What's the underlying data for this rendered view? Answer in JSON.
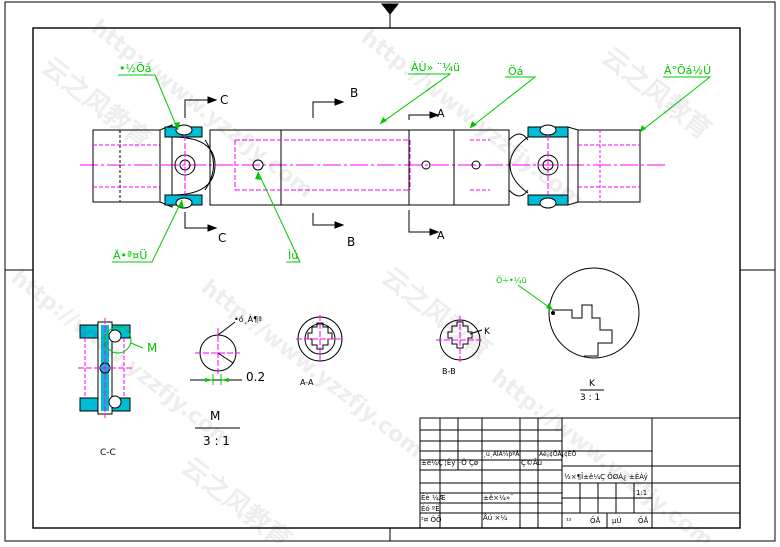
{
  "labels": {
    "callout_tl": "•½Õá",
    "callout_top_mid": "ÀÙ» ¨¼ü",
    "callout_shaft": "Öá",
    "callout_tr": "À°Õá½Ú",
    "callout_bl": "Ä•ª¤Ü",
    "callout_bottom": "Ìú",
    "callout_k_view": "Ö÷•¼ü",
    "callout_m_view": "•ó¸À¶ª"
  },
  "section_marks": {
    "c_top": "C",
    "c_bottom": "C",
    "b_top": "B",
    "b_bottom": "B",
    "a_top": "A",
    "a_bottom": "A"
  },
  "views": {
    "cc": "C-C",
    "aa": "A-A",
    "bb": "B-B",
    "m_letter": "M",
    "m_scale_num": "3 : 1",
    "dim_02": "0.2",
    "k_letter": "K",
    "k_scale_num": "3 : 1",
    "k_marker": "K",
    "m_marker": "M"
  },
  "title_block": {
    "r1c1": "±ê¼Ç",
    "r1c2": "´¦Êý",
    "r1c3": "·Ö Çø",
    "r1c4": "¸ü¸ÄÎÄ¼þºÅ",
    "r1c5": "Ç©Ãû",
    "r1c6": "Äê¡¢ÔÂ¡¢ÈÕ",
    "r2c1": "Éè ¼Æ",
    "r2c4": "±ê×¼»¯",
    "r3c1": "Éó ºË",
    "r3c2": "¹¤ ÒÕ",
    "r3c4": "Åú ×¼",
    "stage_label": "½×¶Î±ê¼Ç ÖØÁ¿ ±ÈÀý",
    "scale_value": "1:1",
    "sheet_a": "¹²",
    "sheet_b": "ÕÅ",
    "sheet_c": "µÚ",
    "sheet_d": "ÕÅ"
  },
  "watermark": {
    "url": "http://www.yzzfjy.com",
    "brand": "云之风教育"
  },
  "colors": {
    "line": "#000000",
    "center_line": "#ff00ff",
    "callout": "#00c800",
    "fill": "#00bcd4"
  }
}
